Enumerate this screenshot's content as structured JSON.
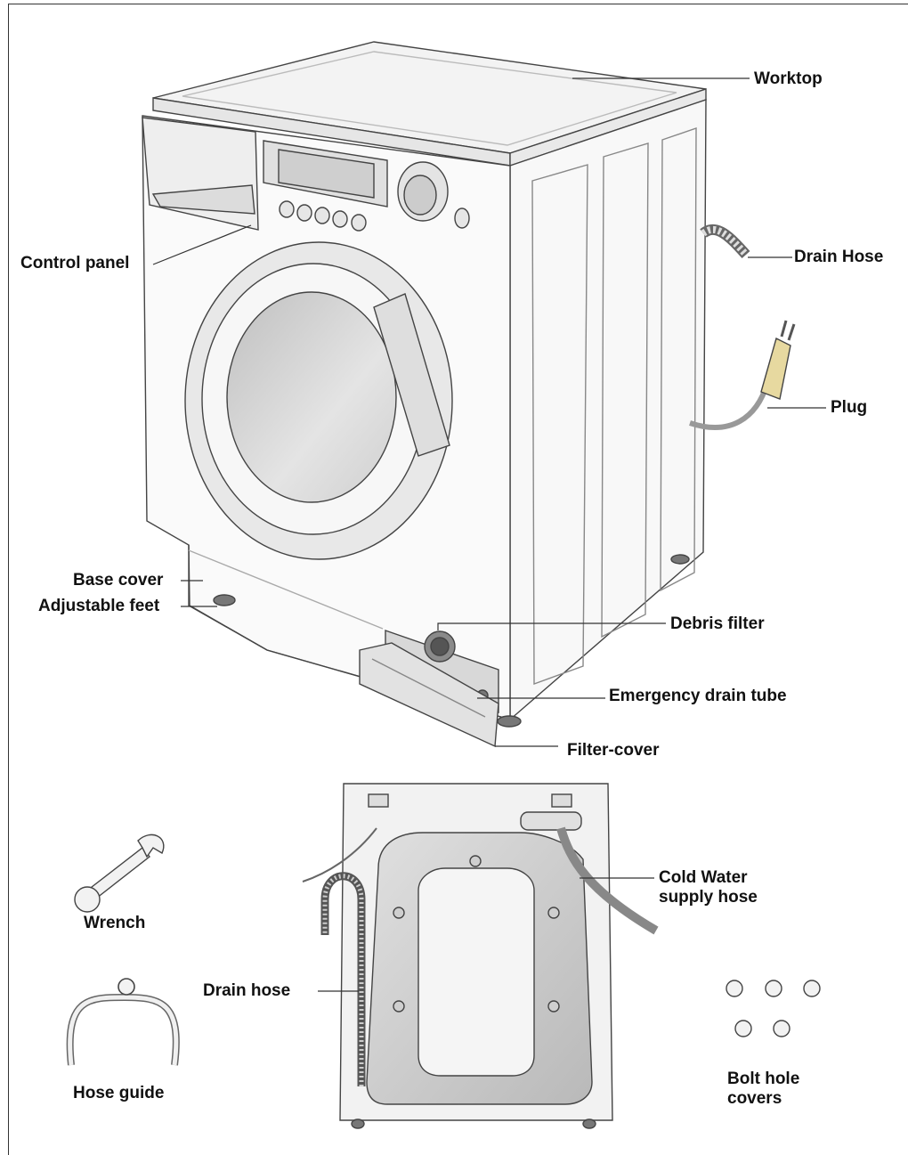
{
  "labels": {
    "worktop": "Worktop",
    "control_panel": "Control panel",
    "drain_hose_top": "Drain Hose",
    "plug": "Plug",
    "base_cover": "Base cover",
    "adjustable_feet": "Adjustable feet",
    "debris_filter": "Debris filter",
    "emergency_drain_tube": "Emergency drain tube",
    "filter_cover": "Filter-cover",
    "wrench": "Wrench",
    "cold_water_supply_hose": "Cold Water supply hose",
    "drain_hose_bottom": "Drain hose",
    "hose_guide": "Hose guide",
    "bolt_hole_covers": "Bolt hole covers"
  },
  "colors": {
    "line": "#333333",
    "body_fill": "#f6f6f6",
    "shade": "#d9d9d9",
    "dark_shade": "#9a9a9a"
  }
}
